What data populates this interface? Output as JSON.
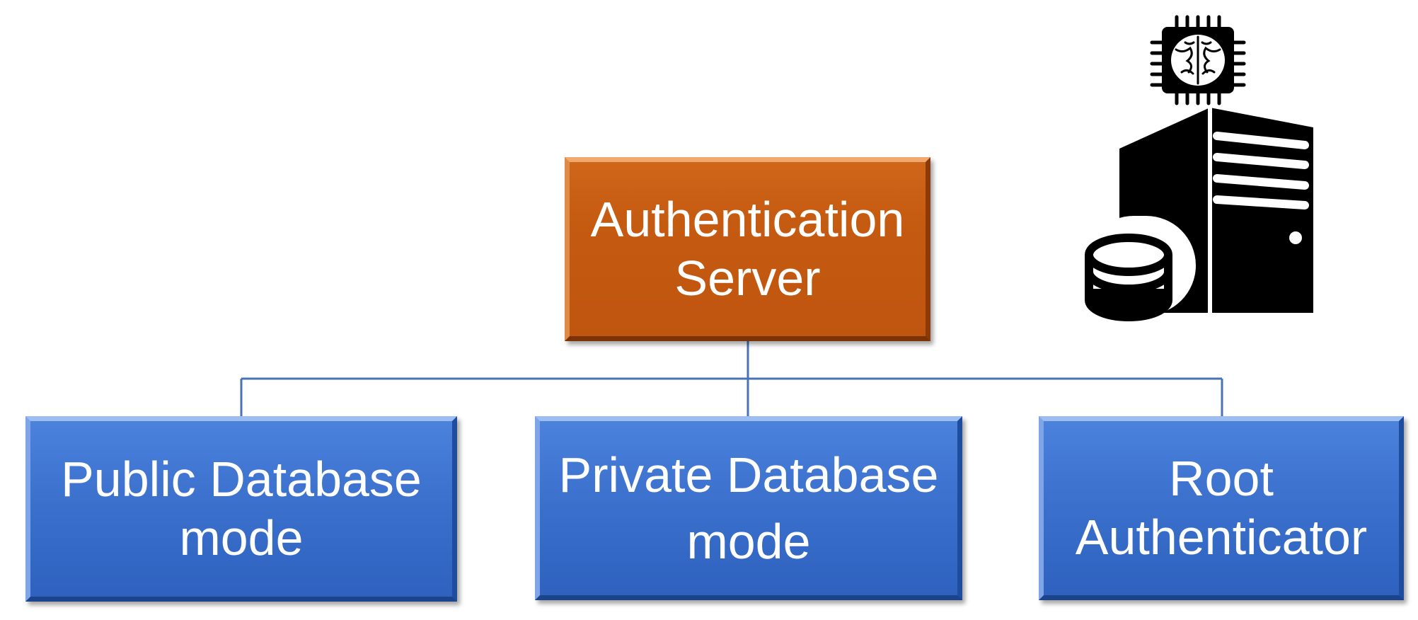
{
  "diagram": {
    "root": {
      "label_line1": "Authentication",
      "label_line2": "Server"
    },
    "children": [
      {
        "label_line1": "Public Database",
        "label_line2": "mode"
      },
      {
        "label_line1": "Private Database",
        "label_line2": "mode"
      },
      {
        "label_line1": "Root",
        "label_line2": "Authenticator"
      }
    ]
  },
  "colors": {
    "root_fill": "#c55a11",
    "child_fill": "#3a6fcc",
    "connector": "#4a72b8",
    "text": "#ffffff"
  },
  "icons": [
    "ai-chip-brain-icon",
    "server-tower-icon",
    "database-icon"
  ]
}
